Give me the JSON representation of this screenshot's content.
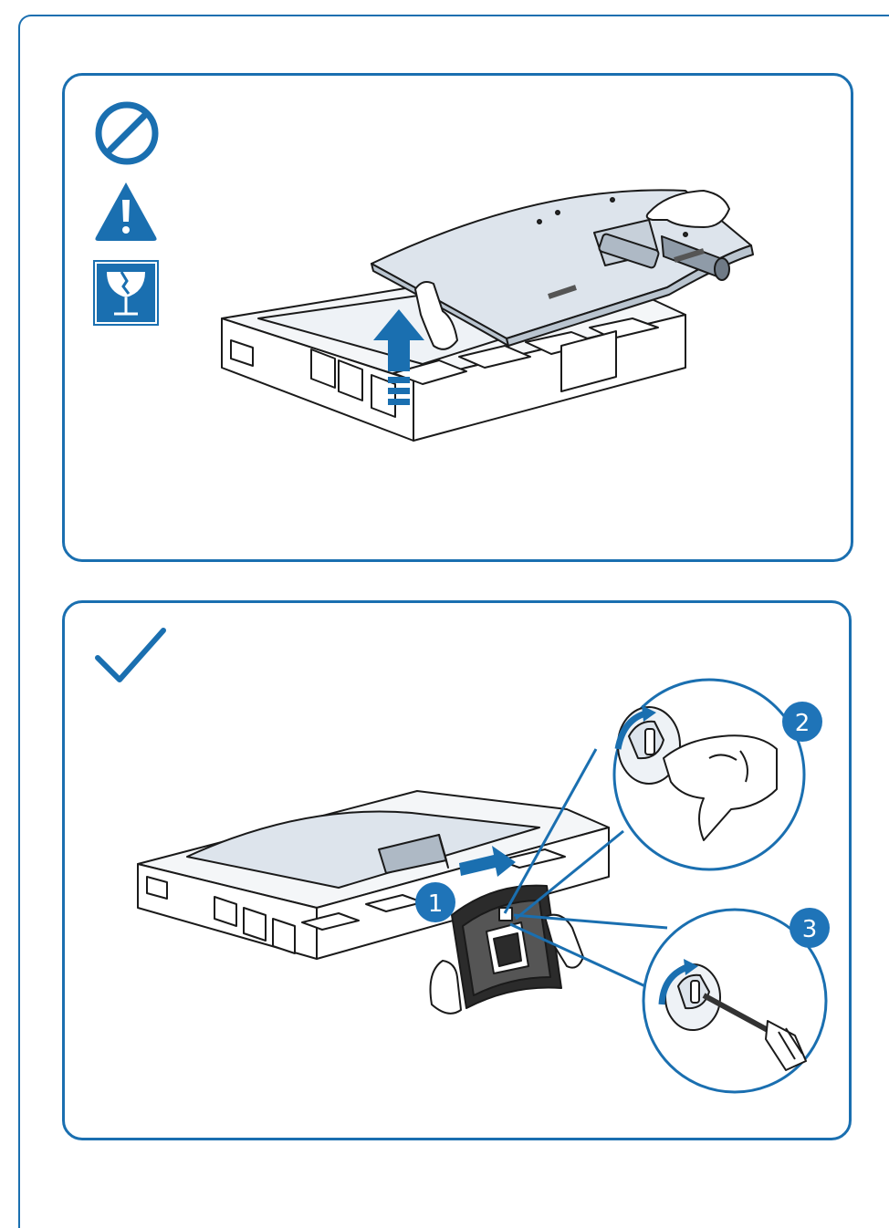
{
  "colors": {
    "brand_blue": "#1a6fb0",
    "badge_blue": "#1f74b8",
    "line": "#1a1a1a",
    "fill_light": "#eef2f6",
    "fill_mid": "#d9e0e8"
  },
  "icons": {
    "prohibited": "no-symbol-icon",
    "warning": "warning-triangle-icon",
    "fragile": "fragile-glass-icon",
    "check": "checkmark-icon",
    "lift_arrow": "up-arrow-icon",
    "push_arrow": "right-arrow-icon"
  },
  "steps": [
    {
      "label": "1"
    },
    {
      "label": "2"
    },
    {
      "label": "3"
    }
  ]
}
